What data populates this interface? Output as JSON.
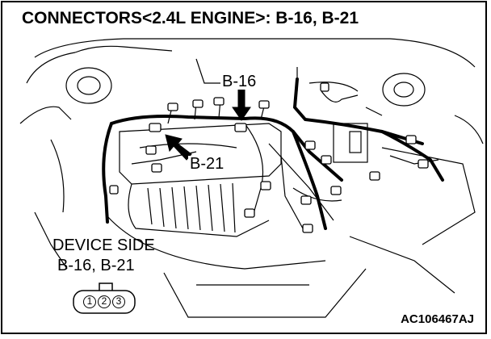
{
  "title": "CONNECTORS<2.4L ENGINE>: B-16, B-21",
  "callouts": {
    "b16": "B-16",
    "b21": "B-21"
  },
  "device_side": {
    "line1": "DEVICE SIDE",
    "line2": "B-16, B-21"
  },
  "connector_pins": [
    "1",
    "2",
    "3"
  ],
  "figure_id": "AC106467AJ",
  "colors": {
    "line": "#000000",
    "background": "#ffffff"
  }
}
